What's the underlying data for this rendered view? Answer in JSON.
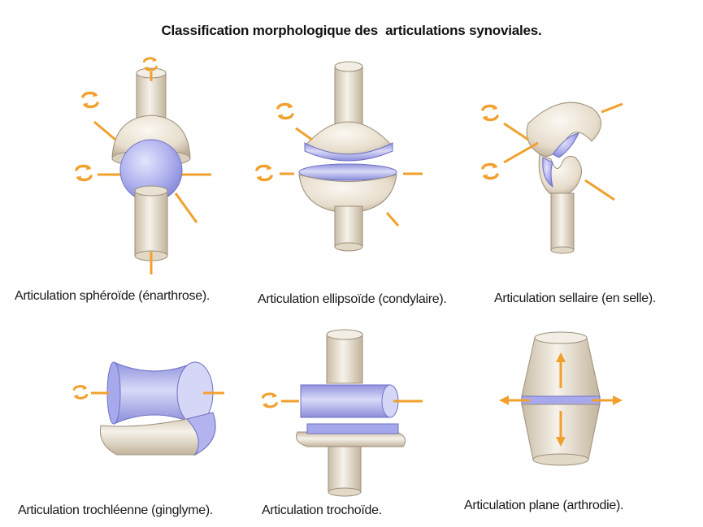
{
  "title": "Classification morphologique des  articulations synoviales.",
  "colors": {
    "bone_light": "#f1ebe0",
    "bone_shadow": "#c7b9a3",
    "cartilage": "#b3b4ef",
    "cartilage_dark": "#7f82d4",
    "motion_arrow": "#f2a02d"
  },
  "icons": {
    "rotation": "rotation-arrows-icon",
    "translation": "double-arrow-icon"
  },
  "joints": [
    {
      "id": "spheroide",
      "caption": "Articulation sphéroïde (énarthrose)."
    },
    {
      "id": "ellipsoide",
      "caption": "Articulation ellipsoïde (condylaire)."
    },
    {
      "id": "sellaire",
      "caption": "Articulation sellaire (en selle)."
    },
    {
      "id": "trochleenne",
      "caption": "Articulation trochléenne (ginglyme)."
    },
    {
      "id": "trochoide",
      "caption": "Articulation trochoïde."
    },
    {
      "id": "plane",
      "caption": "Articulation plane (arthrodie)."
    }
  ]
}
